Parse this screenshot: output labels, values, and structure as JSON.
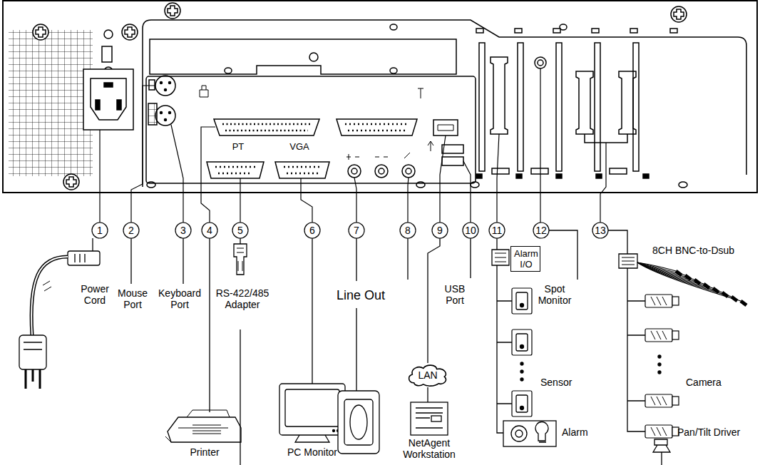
{
  "diagram": {
    "nodes": [
      {
        "text": [
          "Alarm I/O"
        ]
      },
      {
        "text": [
          "LAN"
        ]
      }
    ],
    "labels": [
      "1",
      "2",
      "3",
      "4",
      "5",
      "6",
      "7",
      "8",
      "9",
      "10",
      "11",
      "12",
      "13",
      "PT",
      "VGA",
      "Power Cord",
      "Mouse Port",
      "Keyboard Port",
      "RS-422/485 Adapter",
      "Line Out",
      "USB Port",
      "Spot Monitor",
      "8CH BNC-to-Dsub",
      "Sensor",
      "Camera",
      "Pan/Tilt Driver",
      "Alarm",
      "Printer",
      "PC Monitor",
      "NetAgent Workstation"
    ]
  }
}
